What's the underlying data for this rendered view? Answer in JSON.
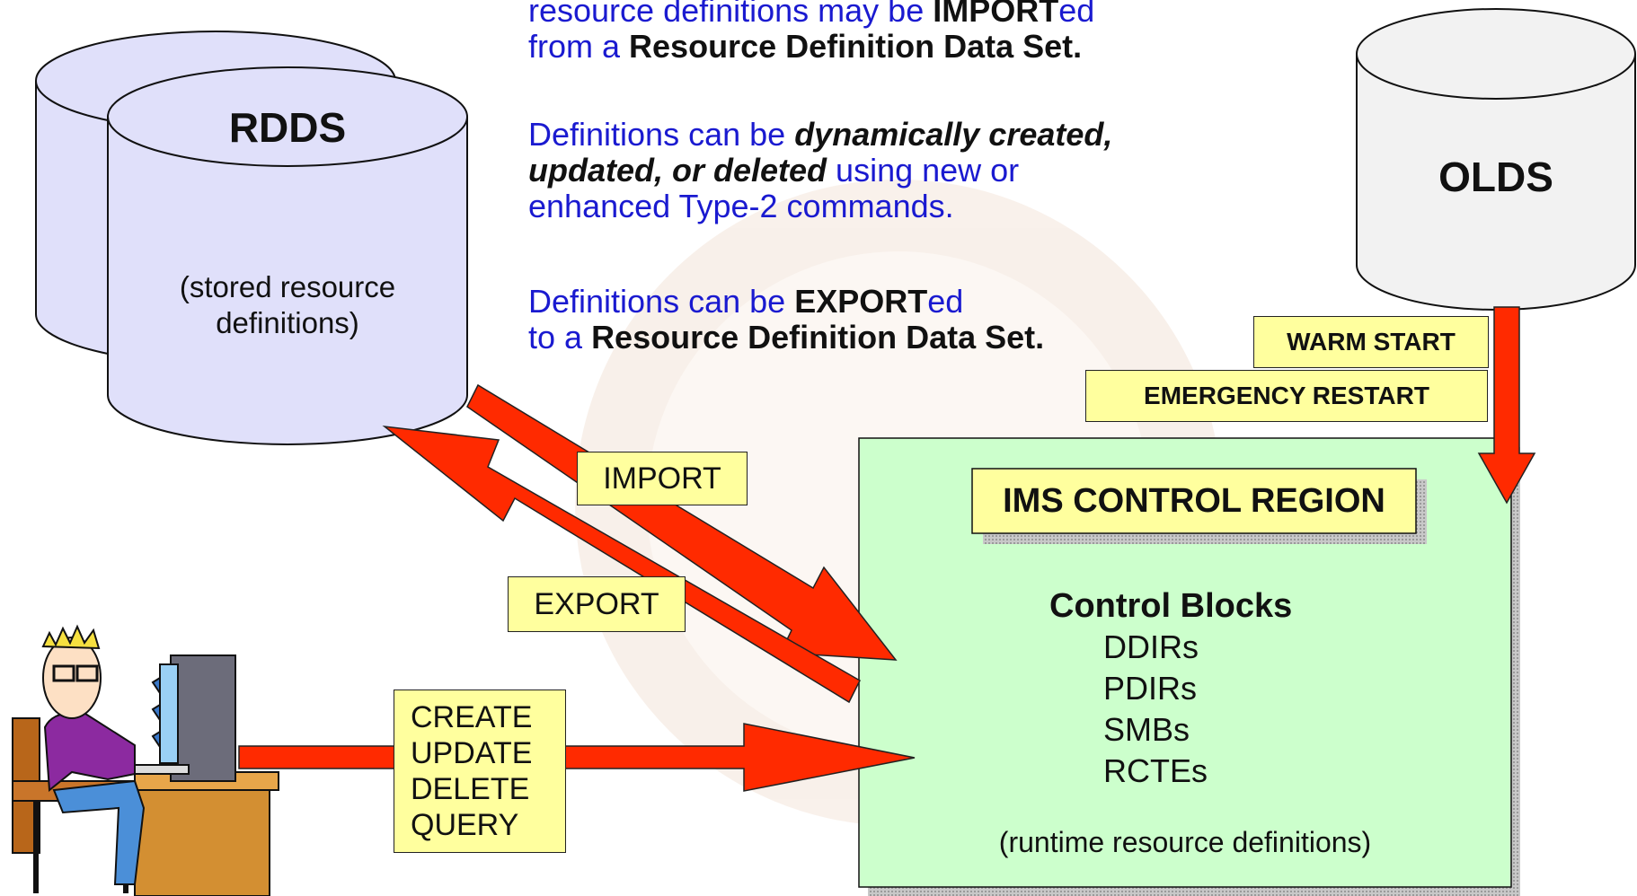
{
  "rdds": {
    "title": "RDDS",
    "note_line1": "(stored resource",
    "note_line2": "definitions)"
  },
  "olds": {
    "title": "OLDS"
  },
  "text": {
    "p1_line1_a": "resource definitions may be ",
    "p1_line1_b": "IMPORT",
    "p1_line1_c": "ed",
    "p1_line2_a": "from a ",
    "p1_line2_b": "Resource Definition Data Set.",
    "p2_line1_a": "Definitions can be ",
    "p2_line1_b": "dynamically created,",
    "p2_line2_a": "updated, or deleted",
    "p2_line2_b": " using new or",
    "p2_line3": "enhanced Type-2 commands.",
    "p3_line1_a": "Definitions can be ",
    "p3_line1_b": "EXPORT",
    "p3_line1_c": "ed",
    "p3_line2_a": "to a ",
    "p3_line2_b": "Resource Definition Data Set."
  },
  "labels": {
    "warm_start": "WARM START",
    "emergency_restart": "EMERGENCY RESTART",
    "import": "IMPORT",
    "export": "EXPORT",
    "commands": [
      "CREATE",
      "UPDATE",
      "DELETE",
      "QUERY"
    ]
  },
  "control_region": {
    "title": "IMS CONTROL REGION",
    "blocks_heading": "Control Blocks",
    "blocks": [
      "DDIRs",
      "PDIRs",
      "SMBs",
      "RCTEs"
    ],
    "footer": "(runtime resource definitions)"
  },
  "colors": {
    "cylinder_blue": "#e0e0fa",
    "cylinder_gray": "#f2f2f2",
    "region_green": "#ccffcc",
    "label_yellow": "#ffff9e",
    "arrow_red": "#ff2a00",
    "text_blue": "#1a1ad0"
  }
}
